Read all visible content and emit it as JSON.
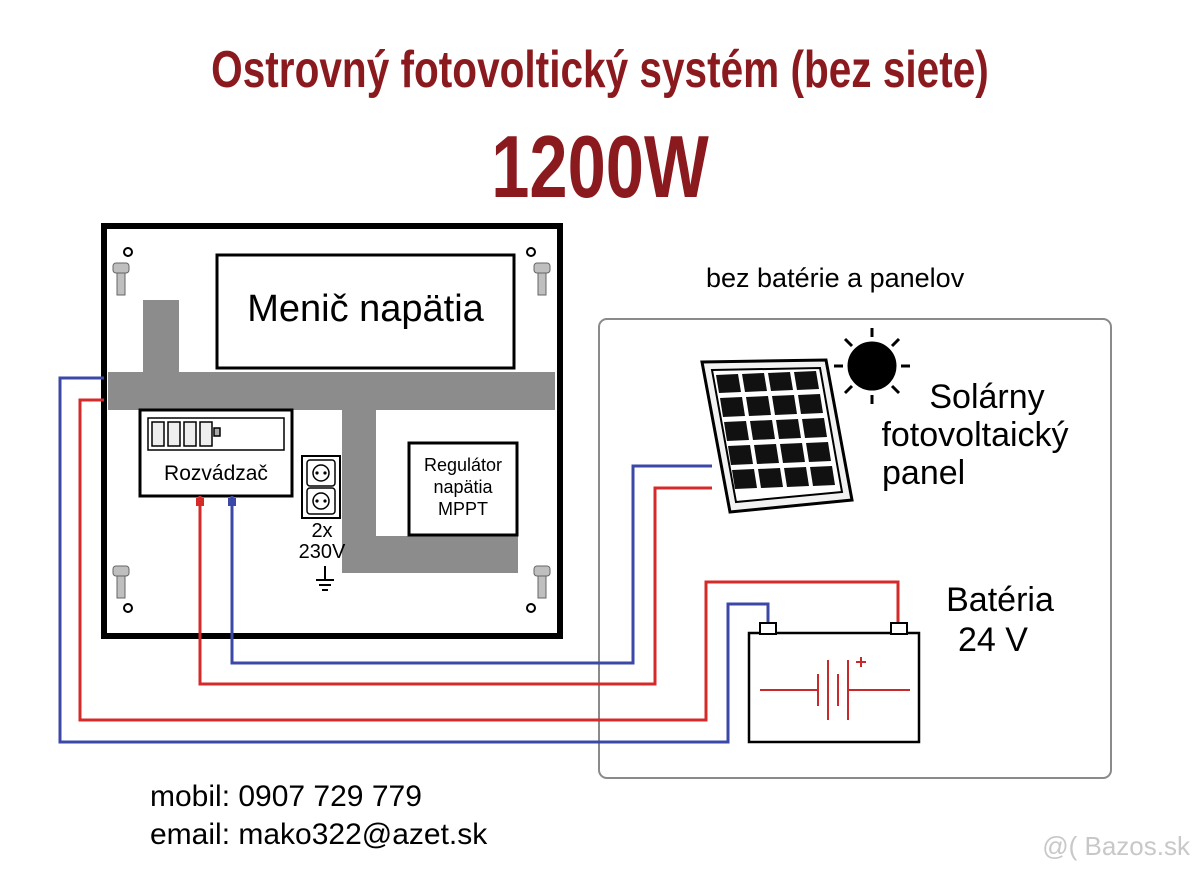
{
  "header": {
    "title": "Ostrovný fotovoltický systém (bez siete)",
    "power": "1200W"
  },
  "enclosure": {
    "inverter_label": "Menič napätia",
    "distribution_label": "Rozvádzač",
    "regulator_lines": [
      "Regulátor",
      "napätia",
      "MPPT"
    ],
    "socket_count": "2x",
    "socket_voltage": "230V"
  },
  "external": {
    "note": "bez batérie a panelov",
    "panel_lines": [
      "Solárny",
      "fotovoltaický",
      "panel"
    ],
    "battery_lines": [
      "Batéria",
      "24 V"
    ]
  },
  "contact": {
    "phone": "mobil: 0907 729 779",
    "email": "email: mako322@azet.sk"
  },
  "watermark": "@( Bazos.sk",
  "colors": {
    "title": "#8b1a1f",
    "wire_positive": "#d42a2a",
    "wire_negative": "#3b48a8",
    "busbar": "#8c8c8c"
  },
  "icons": [
    "sun-icon",
    "solar-panel-icon",
    "battery-icon",
    "ground-icon",
    "socket-icon",
    "screw-icon"
  ]
}
